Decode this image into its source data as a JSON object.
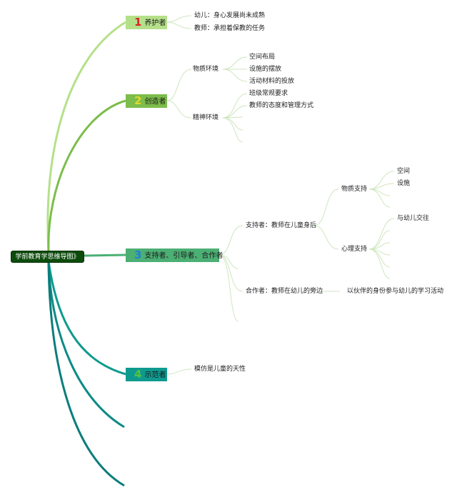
{
  "root": {
    "title": "学前教育学思维导图》"
  },
  "colors": {
    "root_bg": "#0c4b0c",
    "node1": "#b5e08a",
    "node2": "#7cbd4b",
    "node3": "#4caf74",
    "node4": "#0f9a8f",
    "num1": "#d8232a",
    "num2": "#e3d82a",
    "num3": "#1f7fd6",
    "num4": "#55c23f",
    "thin_line": "#bfe0c0"
  },
  "branches": [
    {
      "num": "1",
      "label": "养护者",
      "items": [
        {
          "text": "幼儿：身心发展尚未成熟"
        },
        {
          "text": "教师：承担着保教的任务"
        }
      ]
    },
    {
      "num": "2",
      "label": "创造者",
      "items": [
        {
          "text": "物质环境",
          "children": [
            "空间布局",
            "设施的摆放",
            "活动材料的投放"
          ]
        },
        {
          "text": "精神环境",
          "children": [
            "班级常规要求",
            "教师的态度和管理方式"
          ]
        }
      ]
    },
    {
      "num": "3",
      "label": "支持者、引导者、合作者",
      "items": [
        {
          "text": "支持者：教师在儿童身后",
          "children": [
            {
              "text": "物质支持",
              "children": [
                "空间",
                "设施"
              ]
            },
            {
              "text": "心理支持",
              "children": [
                "与幼儿交往"
              ]
            }
          ]
        },
        {
          "text": "合作者：教师在幼儿的旁边",
          "children": [
            {
              "text": "以伙伴的身份参与幼儿的学习活动"
            }
          ]
        }
      ]
    },
    {
      "num": "4",
      "label": "示范者",
      "items": [
        {
          "text": "模仿是儿童的天性"
        }
      ]
    }
  ]
}
